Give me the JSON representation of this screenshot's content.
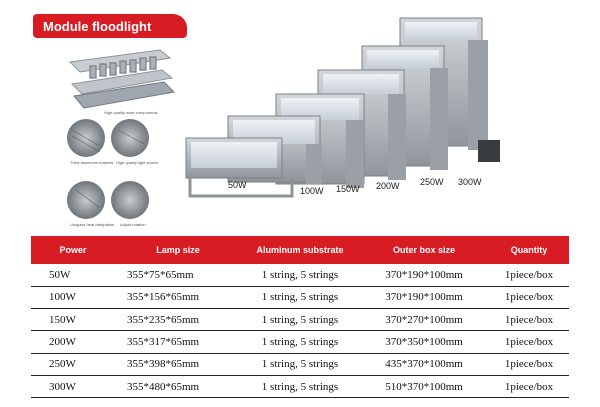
{
  "header": {
    "title": "Module floodlight"
  },
  "captions": {
    "components": "High quality main components",
    "aluminum": "Thick aluminum material",
    "light_source": "High quality light source",
    "heat": "Uniglass heat dissipation",
    "rotation": "Adjust rotation"
  },
  "wattages": [
    "50W",
    "100W",
    "150W",
    "200W",
    "250W",
    "300W"
  ],
  "table": {
    "headers": [
      "Power",
      "Lamp size",
      "Aluminum substrate",
      "Outer box size",
      "Quantity"
    ],
    "rows": [
      [
        "50W",
        "355*75*65mm",
        "1 string, 5 strings",
        "370*190*100mm",
        "1piece/box"
      ],
      [
        "100W",
        "355*156*65mm",
        "1 string, 5 strings",
        "370*190*100mm",
        "1piece/box"
      ],
      [
        "150W",
        "355*235*65mm",
        "1 string, 5 strings",
        "370*270*100mm",
        "1piece/box"
      ],
      [
        "200W",
        "355*317*65mm",
        "1 string, 5 strings",
        "370*350*100mm",
        "1piece/box"
      ],
      [
        "250W",
        "355*398*65mm",
        "1 string, 5 strings",
        "435*370*100mm",
        "1piece/box"
      ],
      [
        "300W",
        "355*480*65mm",
        "1 string, 5 strings",
        "510*370*100mm",
        "1piece/box"
      ]
    ]
  },
  "colors": {
    "accent": "#d81c24",
    "housing": "#b9bec4"
  }
}
